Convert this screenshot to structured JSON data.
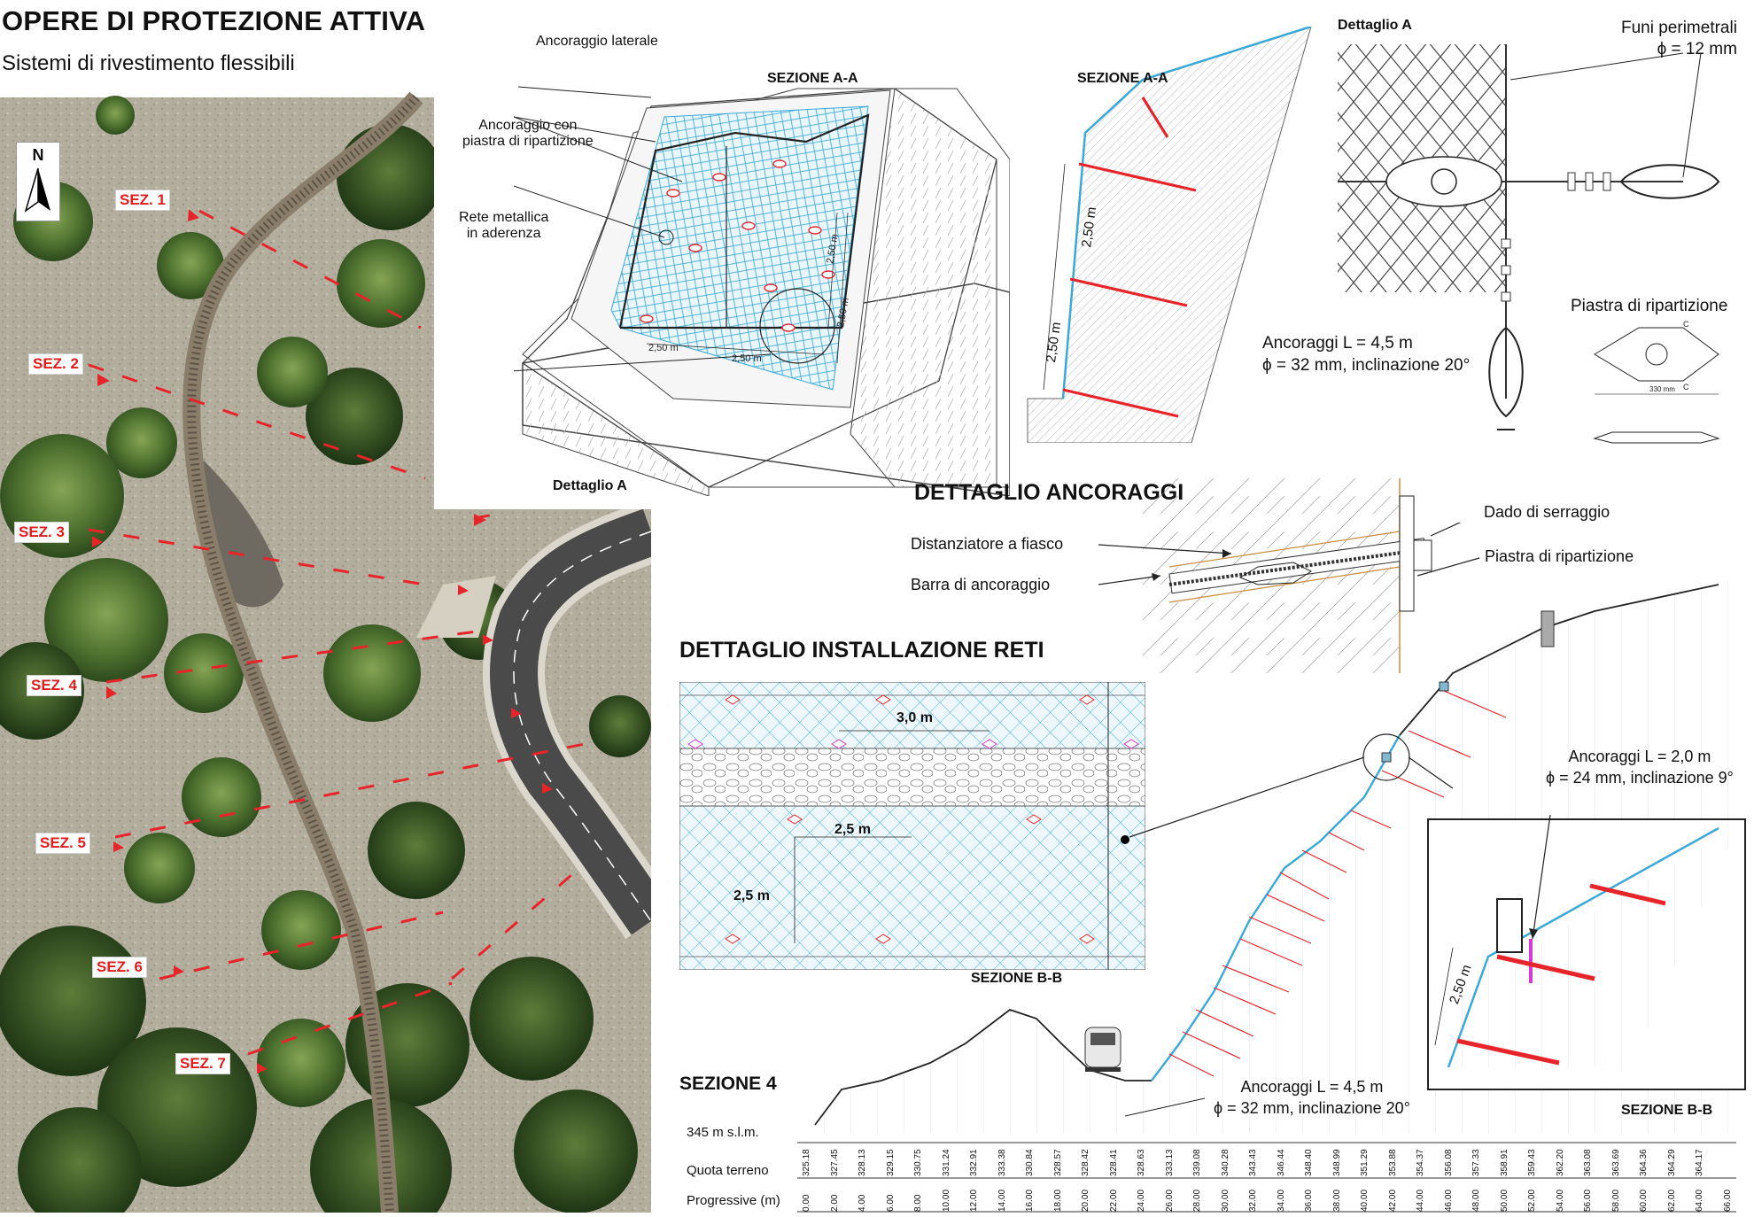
{
  "header": {
    "title": "OPERE DI PROTEZIONE ATTIVA",
    "subtitle": "Sistemi di rivestimento flessibili"
  },
  "map": {
    "north": "N",
    "sections": [
      "SEZ. 1",
      "SEZ. 2",
      "SEZ. 3",
      "SEZ. 4",
      "SEZ. 5",
      "SEZ. 6",
      "SEZ. 7"
    ]
  },
  "iso_drawing": {
    "heading": "SEZIONE A-A",
    "label_lateral_anchor": "Ancoraggio laterale",
    "label_plate_anchor_1": "Ancoraggio con",
    "label_plate_anchor_2": "piastra di ripartizione",
    "label_net_1": "Rete metallica",
    "label_net_2": "in aderenza",
    "label_detail": "Dettaglio A",
    "dim_250_a": "2,50 m",
    "dim_250_b": "2,50 m",
    "dim_250_c": "2,50 m",
    "dim_250_d": "2,50 m"
  },
  "section_aa": {
    "heading": "SEZIONE A-A",
    "dim_1": "2,50 m",
    "dim_2": "2,50 m",
    "anchor_line_1": "Ancoraggi L = 4,5 m",
    "anchor_line_2": "ϕ = 32 mm, inclinazione 20°"
  },
  "detail_a": {
    "heading": "Dettaglio A",
    "ropes_1": "Funi perimetrali",
    "ropes_2": "ϕ = 12 mm",
    "plate_label": "Piastra di ripartizione",
    "plate_dim": "330 mm",
    "plate_c": "C"
  },
  "anchor_detail": {
    "heading": "DETTAGLIO ANCORAGGI",
    "nut": "Dado di serraggio",
    "spacer": "Distanziatore a fiasco",
    "plate": "Piastra di ripartizione",
    "bar": "Barra di ancoraggio"
  },
  "net_install": {
    "heading": "DETTAGLIO INSTALLAZIONE RETI",
    "dim_30": "3,0 m",
    "dim_25_h": "2,5 m",
    "dim_25_v": "2,5 m",
    "section_label": "SEZIONE B-B"
  },
  "profile": {
    "heading": "SEZIONE 4",
    "datum": "345 m s.l.m.",
    "row_quota": "Quota terreno",
    "row_prog": "Progressive (m)",
    "anchor_upper_1": "Ancoraggi L = 2,0 m",
    "anchor_upper_2": "ϕ = 24 mm, inclinazione 9°",
    "anchor_lower_1": "Ancoraggi L = 4,5 m",
    "anchor_lower_2": "ϕ = 32 mm, inclinazione 20°",
    "inset_label": "SEZIONE B-B",
    "inset_dim": "2,50 m",
    "quote": [
      "325.18",
      "327.45",
      "328.13",
      "329.15",
      "330.75",
      "331.24",
      "332.91",
      "333.38",
      "330.84",
      "328.57",
      "328.42",
      "328.41",
      "328.63",
      "333.13",
      "339.08",
      "340.28",
      "343.43",
      "346.44",
      "348.40",
      "348.99",
      "351.29",
      "353.88",
      "354.37",
      "356.08",
      "357.33",
      "358.91",
      "359.43",
      "362.20",
      "363.08",
      "363.69",
      "364.36",
      "364.29",
      "364.17"
    ],
    "progressive": [
      "0.00",
      "2.00",
      "4.00",
      "6.00",
      "8.00",
      "10.00",
      "12.00",
      "14.00",
      "16.00",
      "18.00",
      "20.00",
      "22.00",
      "24.00",
      "26.00",
      "28.00",
      "30.00",
      "32.00",
      "34.00",
      "36.00",
      "38.00",
      "40.00",
      "42.00",
      "44.00",
      "46.00",
      "48.00",
      "50.00",
      "52.00",
      "54.00",
      "56.00",
      "58.00",
      "60.00",
      "62.00",
      "64.00",
      "66.00"
    ]
  },
  "colors": {
    "net_blue": "#3aa8d8",
    "anchor_red": "#e8242b",
    "tag_red": "#e21b1b",
    "magenta": "#d63ad6"
  }
}
